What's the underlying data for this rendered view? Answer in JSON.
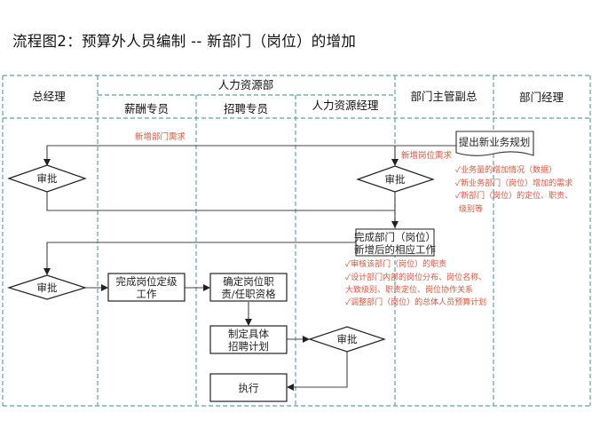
{
  "title": "流程图2：预算外人员编制  --  新部门（岗位）的增加",
  "colors": {
    "lane_border": "#5aa3a6",
    "flow_line": "#333333",
    "annotation": "#e0553f"
  },
  "lanes": {
    "group_header": "人力资源部",
    "columns": [
      {
        "label": "总经理"
      },
      {
        "label": "薪酬专员"
      },
      {
        "label": "招聘专员"
      },
      {
        "label": "人力资源经理"
      },
      {
        "label": "部门主管副总"
      },
      {
        "label": "部门经理"
      }
    ]
  },
  "nodes": {
    "start_doc": {
      "label": "提出新业务规划"
    },
    "approve_gm_1": {
      "label": "审批"
    },
    "approve_vp": {
      "label": "审批"
    },
    "complete_dept": {
      "line1": "完成部门（岗位）",
      "line2": "新增后的相应工作"
    },
    "approve_gm_2": {
      "label": "审批"
    },
    "grade_work": {
      "line1": "完成岗位定级",
      "line2": "工作"
    },
    "duty_qual": {
      "line1": "确定岗位职",
      "line2": "责/任职资格"
    },
    "recruit_plan": {
      "line1": "制定具体",
      "line2": "招聘计划"
    },
    "approve_hrm": {
      "label": "审批"
    },
    "execute": {
      "label": "执行"
    }
  },
  "edge_labels": {
    "new_dept_demand": "新增部门需求",
    "new_post_demand": "新增岗位需求"
  },
  "notes": {
    "vp_notes": [
      "✓业务量的增加情况（数据）",
      "✓新业务部门（岗位）增加的需求",
      "✓新部门（岗位）的定位、职责、",
      "  级别等"
    ],
    "dept_notes": [
      "✓审核该部门（岗位）的职责",
      "✓设计部门内部的岗位分布、岗位名称、",
      "  大致级别、职责定位、岗位协作关系",
      "✓调整部门（岗位）的总体人员预算计划"
    ]
  }
}
